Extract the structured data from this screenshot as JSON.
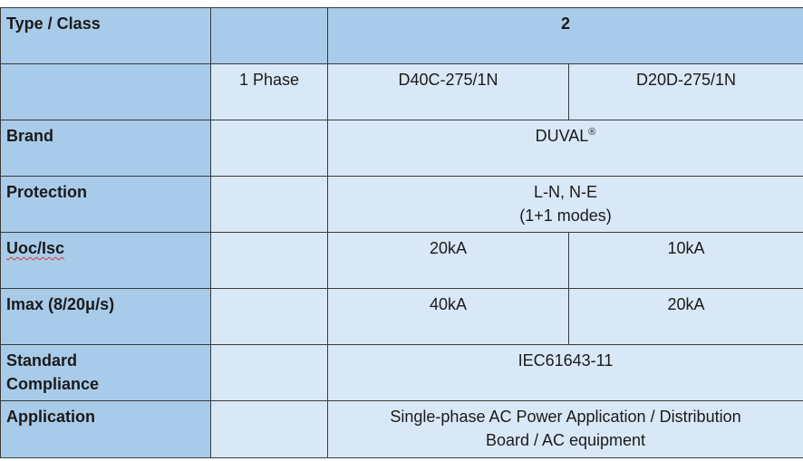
{
  "table": {
    "header": {
      "label": "Type / Class",
      "value": "2"
    },
    "models": {
      "phase": "1 Phase",
      "model_a": "D40C-275/1N",
      "model_b": "D20D-275/1N"
    },
    "brand": {
      "label": "Brand",
      "value": "DUVAL",
      "mark": "®"
    },
    "protection": {
      "label": "Protection",
      "line1": "L-N, N-E",
      "line2": "(1+1 modes)"
    },
    "uoc_isc": {
      "label": "Uoc/Isc",
      "model_a": "20kA",
      "model_b": "10kA"
    },
    "imax": {
      "label": "Imax (8/20μ/s)",
      "model_a": "40kA",
      "model_b": "20kA"
    },
    "compliance": {
      "label_line1": "Standard",
      "label_line2": "Compliance",
      "value": "IEC61643-11"
    },
    "application": {
      "label": "Application",
      "line1": "Single-phase AC Power Application / Distribution",
      "line2": "Board / AC equipment"
    }
  },
  "colors": {
    "label_fill": "#a9cbea",
    "cell_fill": "#d9e8f6",
    "border": "#3a3a3a",
    "spellcheck_underline": "#d23b3b"
  }
}
